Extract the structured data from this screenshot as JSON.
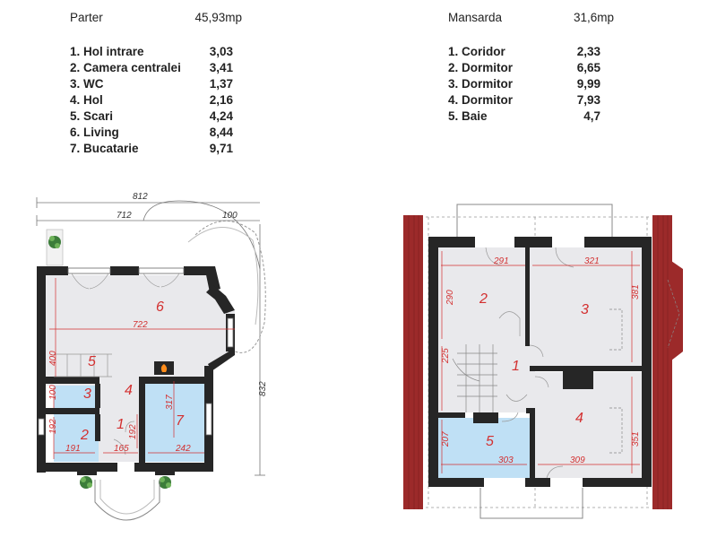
{
  "parter": {
    "title": "Parter",
    "total": "45,93mp",
    "rooms": [
      {
        "name": "1. Hol intrare",
        "area": "3,03"
      },
      {
        "name": "2. Camera centralei",
        "area": "3,41"
      },
      {
        "name": "3. WC",
        "area": "1,37"
      },
      {
        "name": "4. Hol",
        "area": "2,16"
      },
      {
        "name": "5. Scari",
        "area": "4,24"
      },
      {
        "name": "6. Living",
        "area": "8,44"
      },
      {
        "name": "7. Bucatarie",
        "area": "9,71"
      }
    ],
    "plan": {
      "dims": {
        "overall_width": "812",
        "inner_width": "712",
        "bay": "100",
        "height": "832",
        "living_width": "722",
        "stair_height": "400",
        "wc_height": "100",
        "boiler_height": "192",
        "boiler_width": "191",
        "hall_height": "192",
        "hall_width": "165",
        "kitchen_width": "242",
        "kitchen_height": "317"
      },
      "labels": {
        "r1": "1",
        "r2": "2",
        "r3": "3",
        "r4": "4",
        "r5": "5",
        "r6": "6",
        "r7": "7"
      }
    }
  },
  "mansarda": {
    "title": "Mansarda",
    "total": "31,6mp",
    "rooms": [
      {
        "name": "1. Coridor",
        "area": "2,33"
      },
      {
        "name": "2. Dormitor",
        "area": "6,65"
      },
      {
        "name": "3. Dormitor",
        "area": "9,99"
      },
      {
        "name": "4. Dormitor",
        "area": "7,93"
      },
      {
        "name": "5. Baie",
        "area": "4,7"
      }
    ],
    "plan": {
      "dims": {
        "r2_width": "291",
        "r2_height": "290",
        "r3_width": "321",
        "r3_height": "381",
        "stair_height": "225",
        "r5_height": "207",
        "r5_width": "303",
        "r4_width": "309",
        "r4_height": "351"
      },
      "labels": {
        "r1": "1",
        "r2": "2",
        "r3": "3",
        "r4": "4",
        "r5": "5"
      }
    }
  },
  "colors": {
    "wall": "#262626",
    "room": "#e9e9ec",
    "wet": "#bfe0f5",
    "dim": "#d33030",
    "roof": "#9c2a2a"
  }
}
